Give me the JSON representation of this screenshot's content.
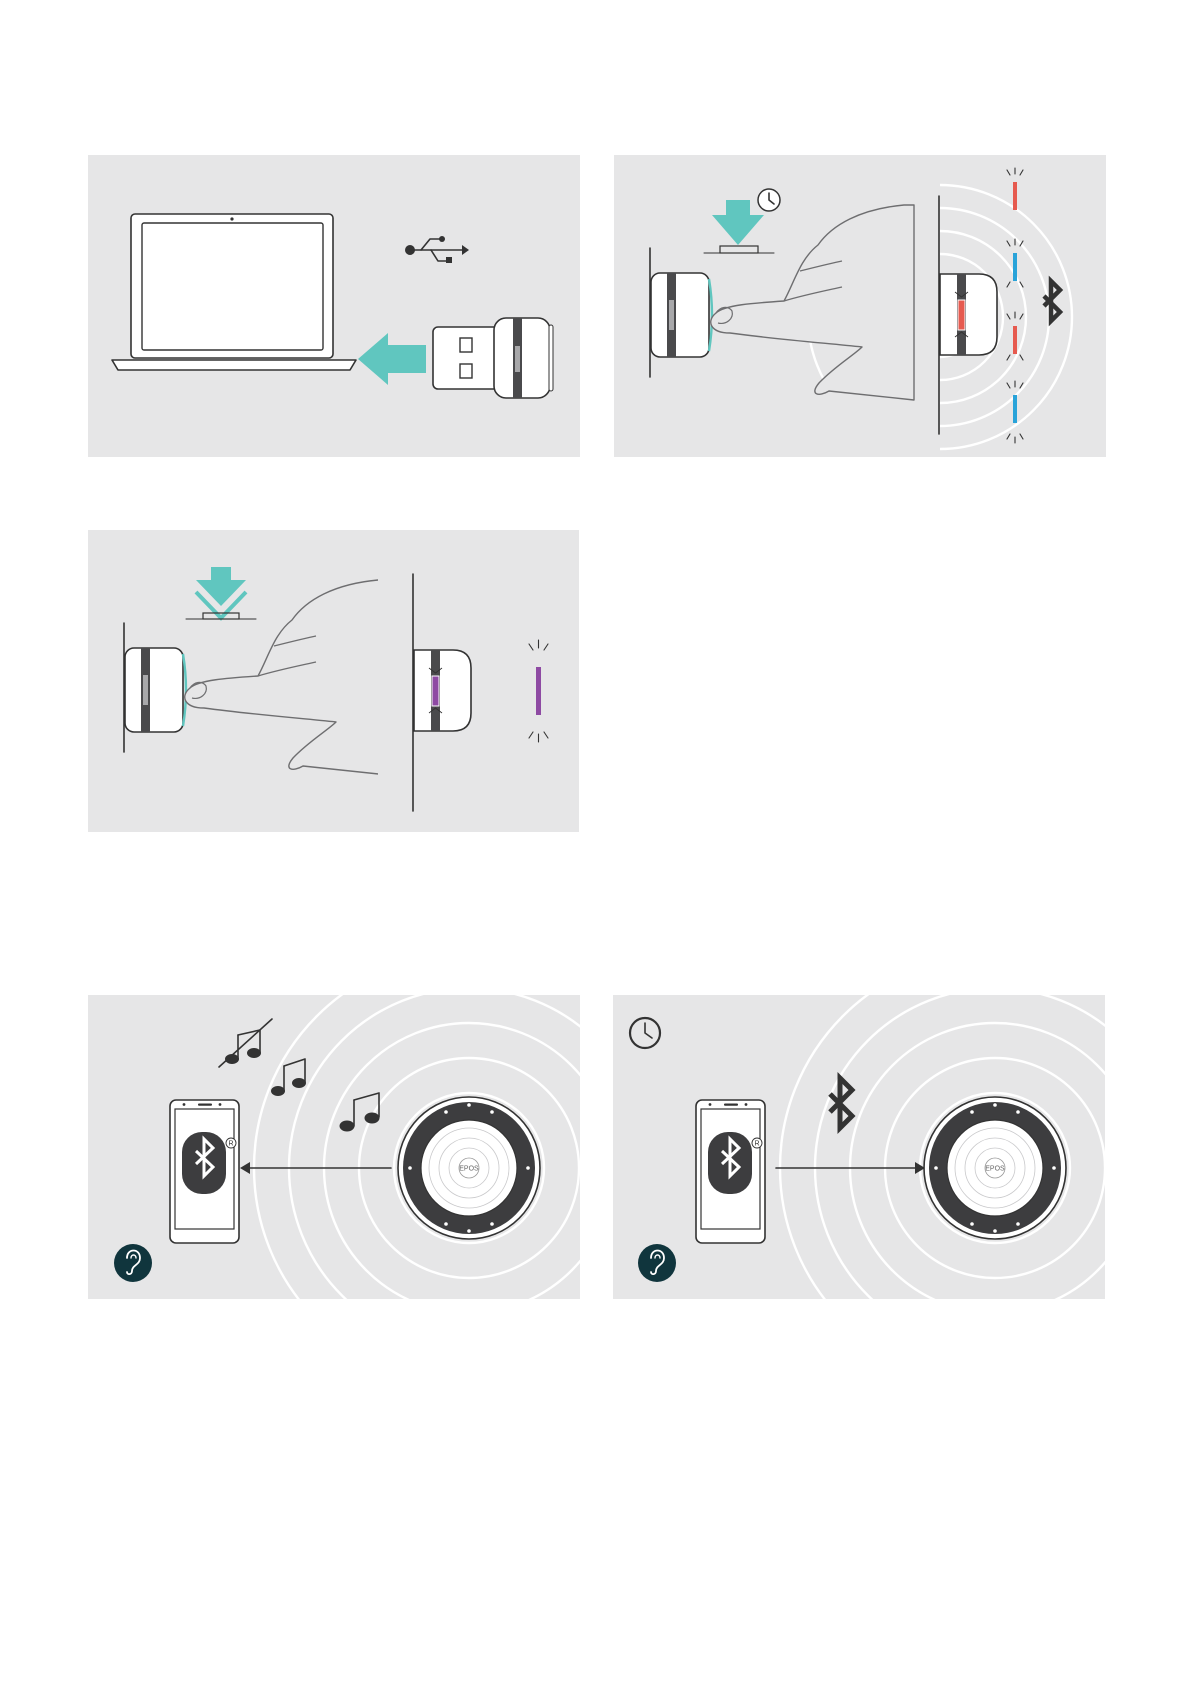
{
  "device": {
    "brand_text": "EPOS"
  },
  "colors": {
    "panel_bg": "#e6e6e7",
    "arrow_teal": "#60c6bf",
    "led_red": "#e65a4f",
    "led_blue": "#29a3d9",
    "led_purple": "#8e4aa3",
    "badge_dark": "#10353d",
    "outline": "#333333"
  },
  "figures": [
    {
      "name": "connect-dongle-to-laptop",
      "icons": [
        "laptop-icon",
        "usb-icon",
        "usb-dongle-icon",
        "insert-arrow-icon"
      ]
    },
    {
      "name": "pairing-mode-long-press",
      "icons": [
        "press-arrow-icon",
        "clock-icon",
        "hand-icon",
        "bluetooth-icon",
        "led-flashing-red-blue"
      ]
    },
    {
      "name": "short-press-purple-led",
      "icons": [
        "press-arrow-icon",
        "hand-icon",
        "led-purple"
      ]
    },
    {
      "name": "stream-audio-to-phone",
      "icons": [
        "music-muted-icon",
        "music-note-icon",
        "phone-bluetooth-icon",
        "speakerphone-icon",
        "ear-icon"
      ]
    },
    {
      "name": "phone-connects-to-speaker",
      "icons": [
        "clock-icon",
        "bluetooth-icon",
        "phone-bluetooth-icon",
        "speakerphone-icon",
        "ear-icon"
      ]
    }
  ]
}
